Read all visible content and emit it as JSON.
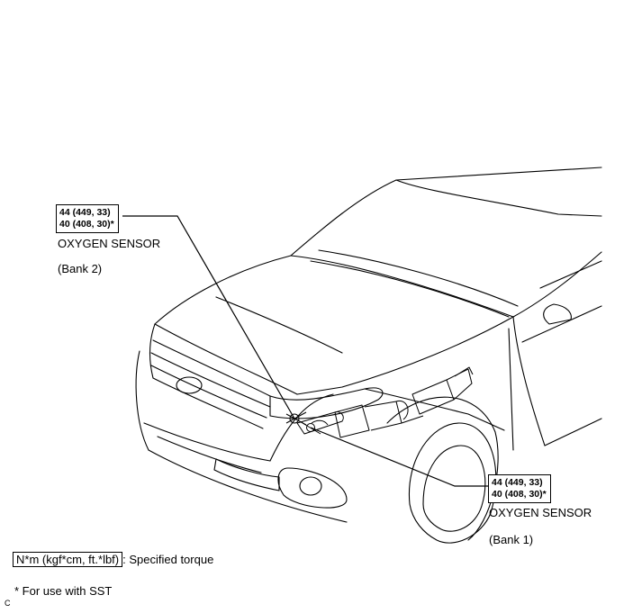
{
  "callouts": {
    "bank2": {
      "torque_line1": "44 (449, 33)",
      "torque_line2": "40 (408, 30)*",
      "part_name": "OXYGEN SENSOR",
      "location": "(Bank 2)"
    },
    "bank1": {
      "torque_line1": "44 (449, 33)",
      "torque_line2": "40 (408, 30)*",
      "part_name": "OXYGEN SENSOR",
      "location": "(Bank 1)"
    }
  },
  "legend": {
    "unit_box": "N*m (kgf*cm, ft.*lbf)",
    "unit_desc": ": Specified torque",
    "sst_note": "* For use with SST"
  },
  "figure_code": "C"
}
